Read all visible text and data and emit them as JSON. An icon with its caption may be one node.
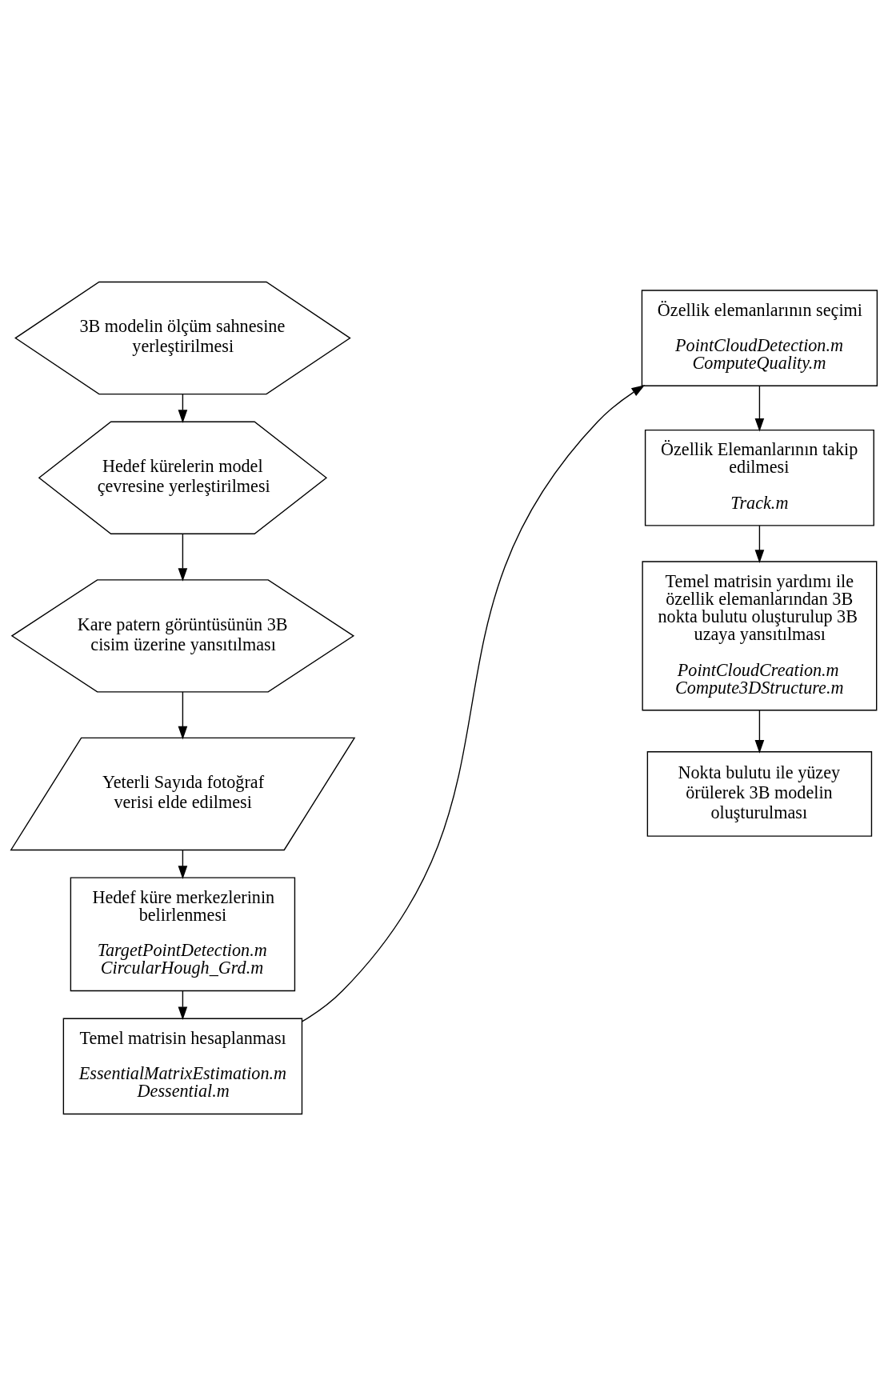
{
  "diagram": {
    "nodes": [
      {
        "text": [
          "3B modelin ölçüm sahnesine yerleştirilmesi"
        ]
      },
      {
        "text": [
          "Hedef kürelerin model çevresine yerleştirilmesi"
        ]
      },
      {
        "text": [
          "Kare patern görüntüsünün 3B cisim üzerine yansıtılması"
        ]
      },
      {
        "text": [
          "Yeterli Sayıda fotoğraf verisi elde edilmesi"
        ]
      },
      {
        "text": [
          "Hedef küre merkezlerinin belirlenmesi",
          "TargetPointDetection.m",
          "CircularHough_Grd.m"
        ]
      },
      {
        "text": [
          "Temel matrisin hesaplanması",
          "EssentialMatrixEstimation.m",
          "Dessential.m"
        ]
      },
      {
        "text": [
          "Özellik elemanlarının seçimi",
          "PointCloudDetection.m",
          "ComputeQuality.m"
        ]
      },
      {
        "text": [
          "Özellik Elemanlarının takip edilmesi",
          "Track.m"
        ]
      },
      {
        "text": [
          "Temel matrisin yardımı ile özellik elemanlarından 3B nokta bulutu oluşturulup 3B uzaya yansıtılması",
          "PointCloudCreation.m",
          "Compute3DStructure.m"
        ]
      },
      {
        "text": [
          "Nokta bulutu ile yüzey örülerek 3B modelin oluşturulması"
        ]
      }
    ],
    "edges": [
      {
        "from": 0,
        "to": 1,
        "arrow": "to"
      },
      {
        "from": 1,
        "to": 2,
        "arrow": "to"
      },
      {
        "from": 2,
        "to": 3,
        "arrow": "to"
      },
      {
        "from": 3,
        "to": 4,
        "arrow": "to"
      },
      {
        "from": 4,
        "to": 5,
        "arrow": "to"
      },
      {
        "from": 5,
        "to": 6,
        "arrow": "to"
      },
      {
        "from": 6,
        "to": 7,
        "arrow": "to"
      },
      {
        "from": 7,
        "to": 8,
        "arrow": "to"
      },
      {
        "from": 8,
        "to": 9,
        "arrow": "to"
      }
    ]
  }
}
